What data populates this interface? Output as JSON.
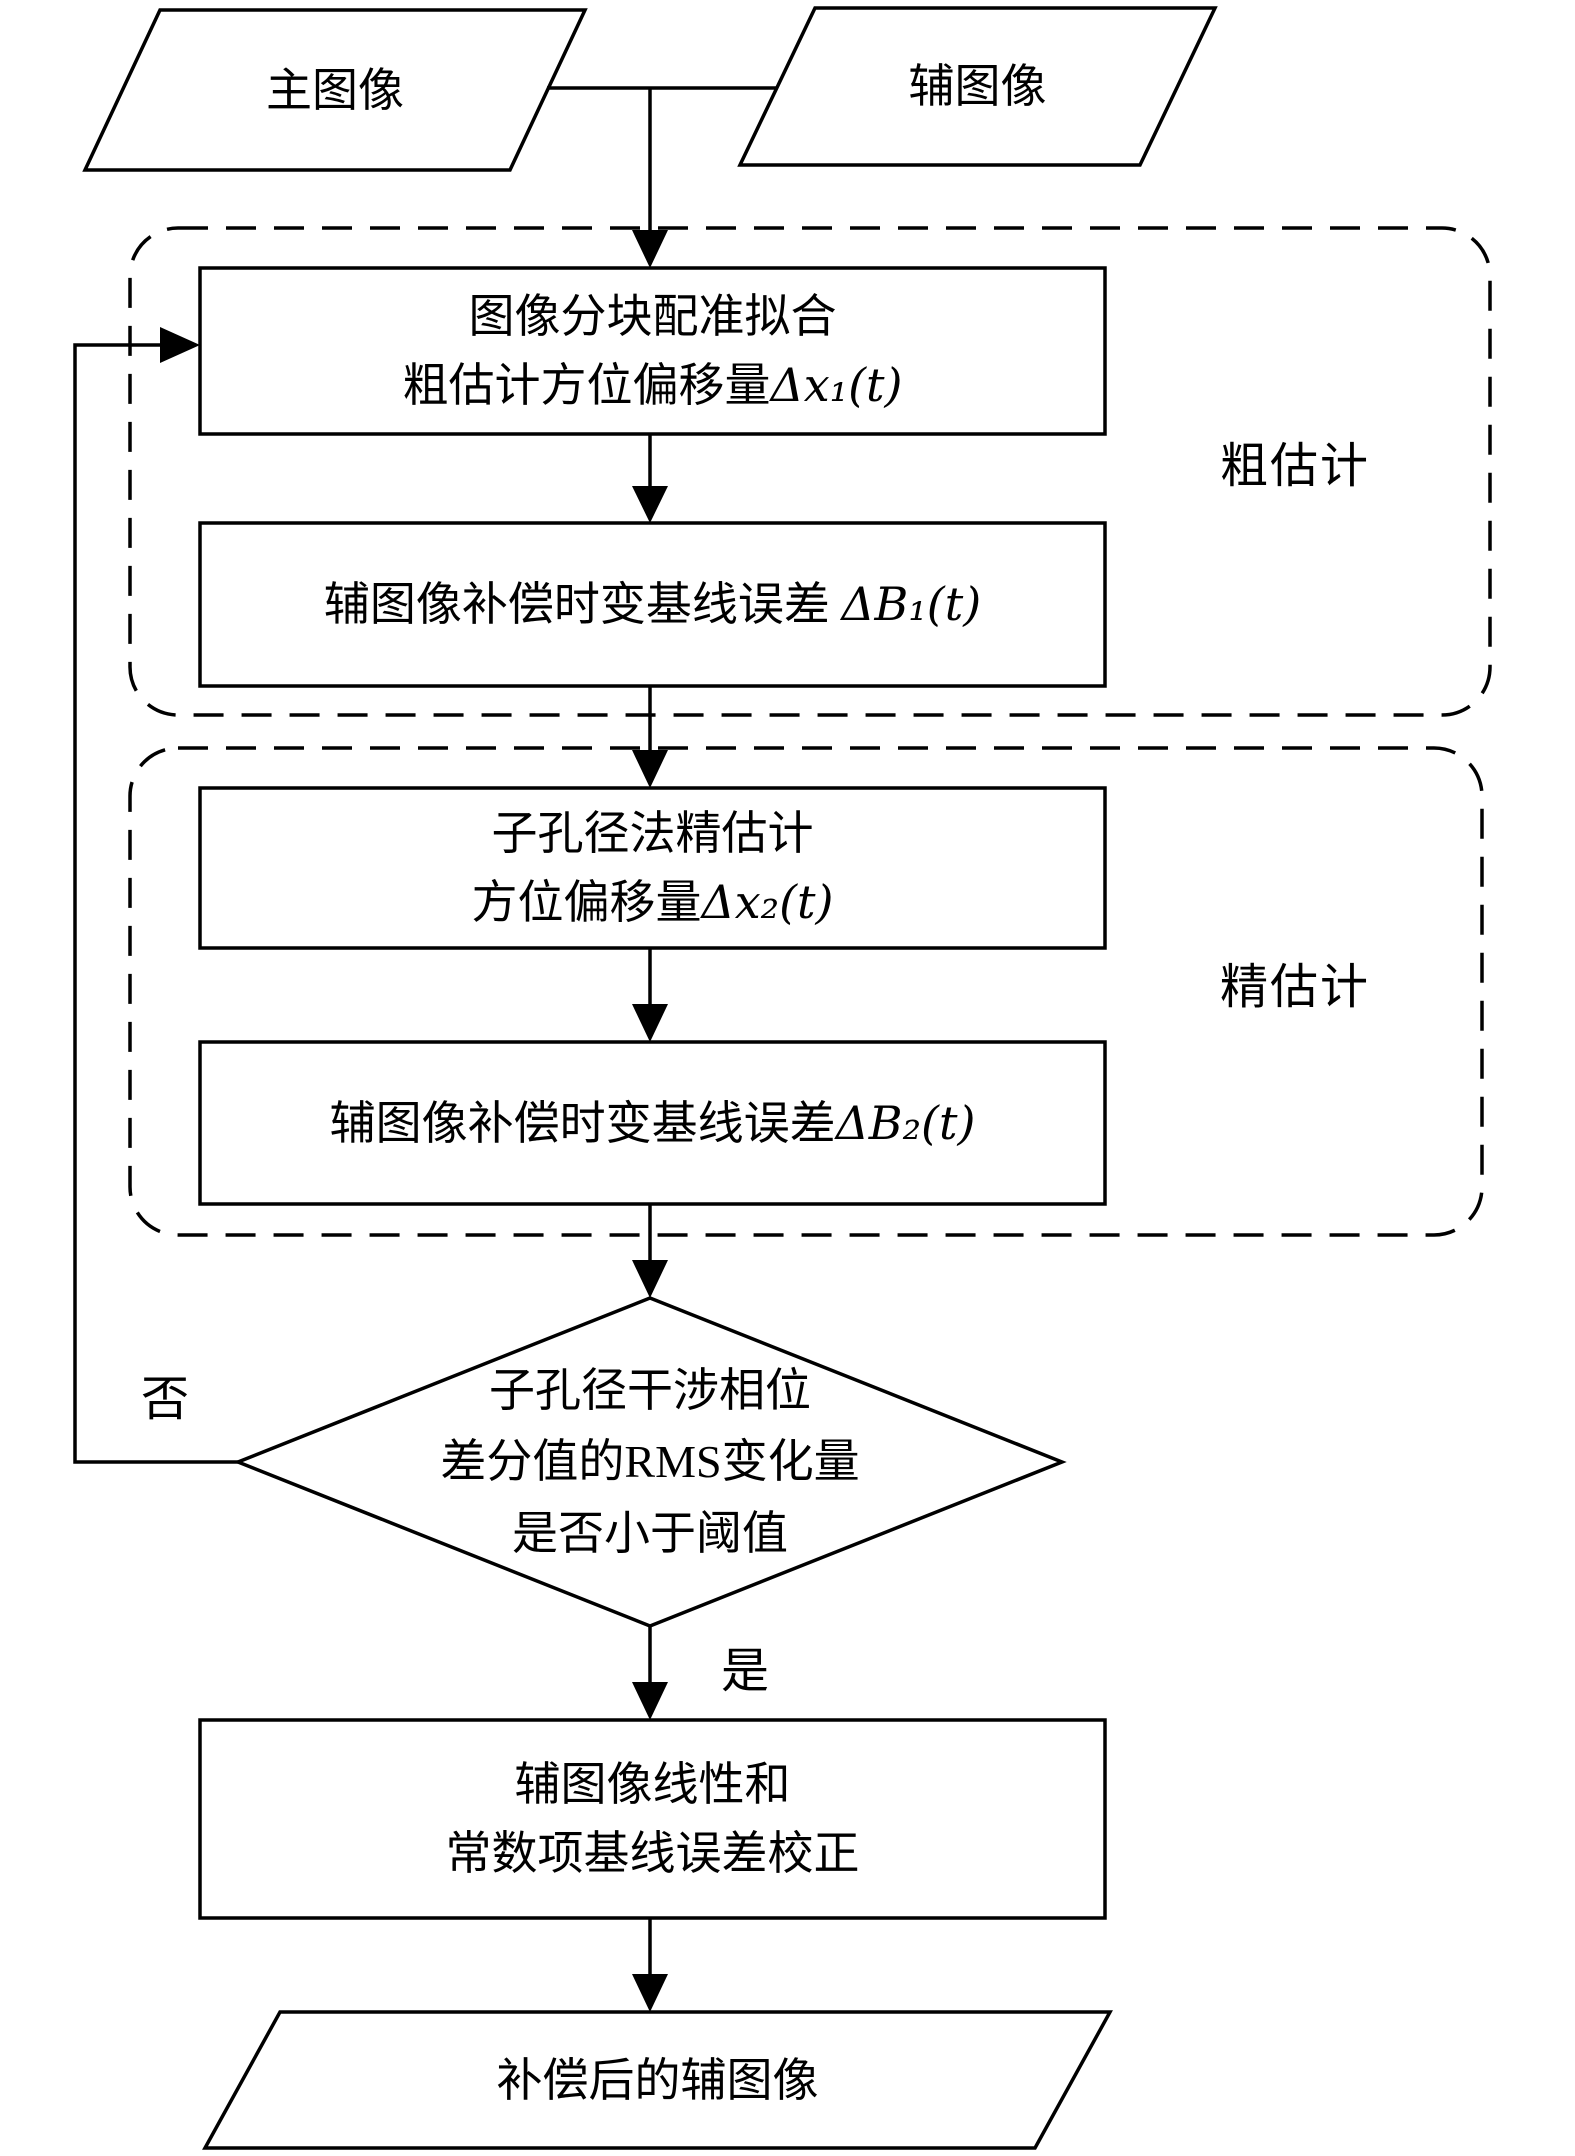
{
  "colors": {
    "stroke": "#000000",
    "background": "#ffffff"
  },
  "nodes": {
    "main_image": {
      "label": "主图像"
    },
    "aux_image": {
      "label": "辅图像"
    },
    "coarse_group": {
      "label": "粗估计"
    },
    "fine_group": {
      "label": "精估计"
    },
    "box1": {
      "line1": "图像分块配准拟合",
      "line2_text": "粗估计方位偏移量",
      "line2_math": "Δx₁(t)"
    },
    "box2": {
      "text": "辅图像补偿时变基线误差 ",
      "math": "ΔB₁(t)"
    },
    "box3": {
      "line1": "子孔径法精估计",
      "line2_text": "方位偏移量",
      "line2_math": "Δx₂(t)"
    },
    "box4": {
      "text": "辅图像补偿时变基线误差",
      "math": "ΔB₂(t)"
    },
    "decision": {
      "line1": "子孔径干涉相位",
      "line2": "差分值的RMS变化量",
      "line3": "是否小于阈值"
    },
    "branch_no": {
      "label": "否"
    },
    "branch_yes": {
      "label": "是"
    },
    "box5": {
      "line1": "辅图像线性和",
      "line2": "常数项基线误差校正"
    },
    "output": {
      "label": "补偿后的辅图像"
    }
  }
}
